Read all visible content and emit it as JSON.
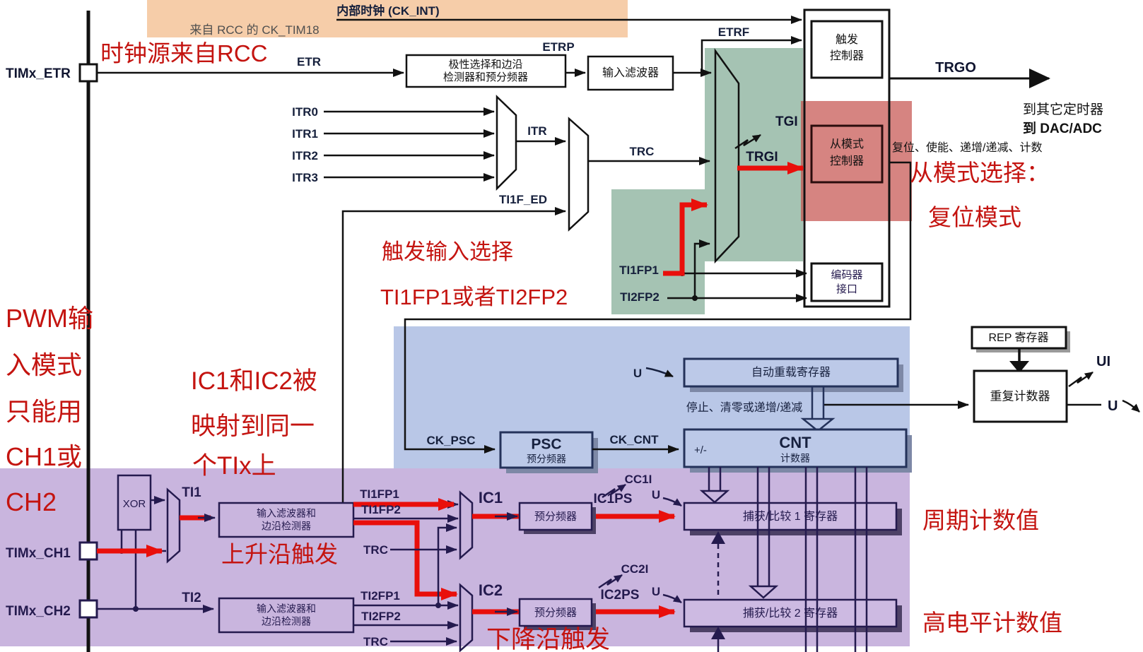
{
  "colors": {
    "highlight_orange": "#f6cda9",
    "highlight_green": "#a5c3b3",
    "highlight_red": "rgba(197,80,75,0.70)",
    "highlight_blue": "#b9c7e7",
    "highlight_purple": "#c9b5de",
    "annotation_red": "#c41410",
    "arrow_red": "#e90f0b",
    "line_black": "#111111",
    "line_navy": "#241a4e"
  },
  "pins": {
    "etr": "TIMx_ETR",
    "ch1": "TIMx_CH1",
    "ch2": "TIMx_CH2"
  },
  "clock": {
    "internal": "内部时钟 (CK_INT)",
    "from_rcc": "来自 RCC 的 CK_TIM18"
  },
  "signals": {
    "etr": "ETR",
    "etrp": "ETRP",
    "etrf": "ETRF",
    "itr0": "ITR0",
    "itr1": "ITR1",
    "itr2": "ITR2",
    "itr3": "ITR3",
    "itr": "ITR",
    "trc": "TRC",
    "ti1f_ed": "TI1F_ED",
    "tgi": "TGI",
    "trgi": "TRGI",
    "trgo": "TRGO",
    "ti1fp1": "TI1FP1",
    "ti1fp2": "TI1FP2",
    "ti2fp1": "TI2FP1",
    "ti2fp2": "TI2FP2",
    "ti1": "TI1",
    "ti2": "TI2",
    "xor": "XOR",
    "ic1": "IC1",
    "ic2": "IC2",
    "ic1ps": "IC1PS",
    "ic2ps": "IC2PS",
    "cc1i": "CC1I",
    "cc2i": "CC2I",
    "ck_psc": "CK_PSC",
    "ck_cnt": "CK_CNT",
    "u": "U",
    "ui": "UI",
    "plusminus": "+/-"
  },
  "blocks": {
    "polarity": [
      "极性选择和边沿",
      "检测器和预分频器"
    ],
    "input_filter": "输入滤波器",
    "trigger_ctrl": [
      "触发",
      "控制器"
    ],
    "slave_ctrl": [
      "从模式",
      "控制器"
    ],
    "encoder": [
      "编码器",
      "接口"
    ],
    "arr": "自动重载寄存器",
    "psc": [
      "PSC",
      "预分频器"
    ],
    "cnt": [
      "CNT",
      "计数器"
    ],
    "rep": "REP 寄存器",
    "rep_counter": "重复计数器",
    "filter_edge": [
      "输入滤波器和",
      "边沿检测器"
    ],
    "prescaler": "预分频器",
    "ccr1": "捕获/比较 1 寄存器",
    "ccr2": "捕获/比较 2 寄存器"
  },
  "texts": {
    "slave_out": "复位、使能、递增/递减、计数",
    "to_others_1": "到其它定时器",
    "to_others_2": "到 DAC/ADC",
    "stop_clear": "停止、清零或递增/递减"
  },
  "annotations": {
    "clock_source": "时钟源来自RCC",
    "trigger_select_1": "触发输入选择",
    "trigger_select_2": "TI1FP1或者TI2FP2",
    "slave_mode_1": "从模式选择：",
    "slave_mode_2": "复位模式",
    "pwm_1": "PWM输",
    "pwm_2": "入模式",
    "pwm_3": "只能用",
    "pwm_4": "CH1或",
    "pwm_5": "CH2",
    "ic_map_1": "IC1和IC2被",
    "ic_map_2": "映射到同一",
    "ic_map_3": "个TIx上",
    "rising_edge": "上升沿触发",
    "falling_edge": "下降沿触发",
    "period_count": "周期计数值",
    "high_level_count": "高电平计数值"
  }
}
